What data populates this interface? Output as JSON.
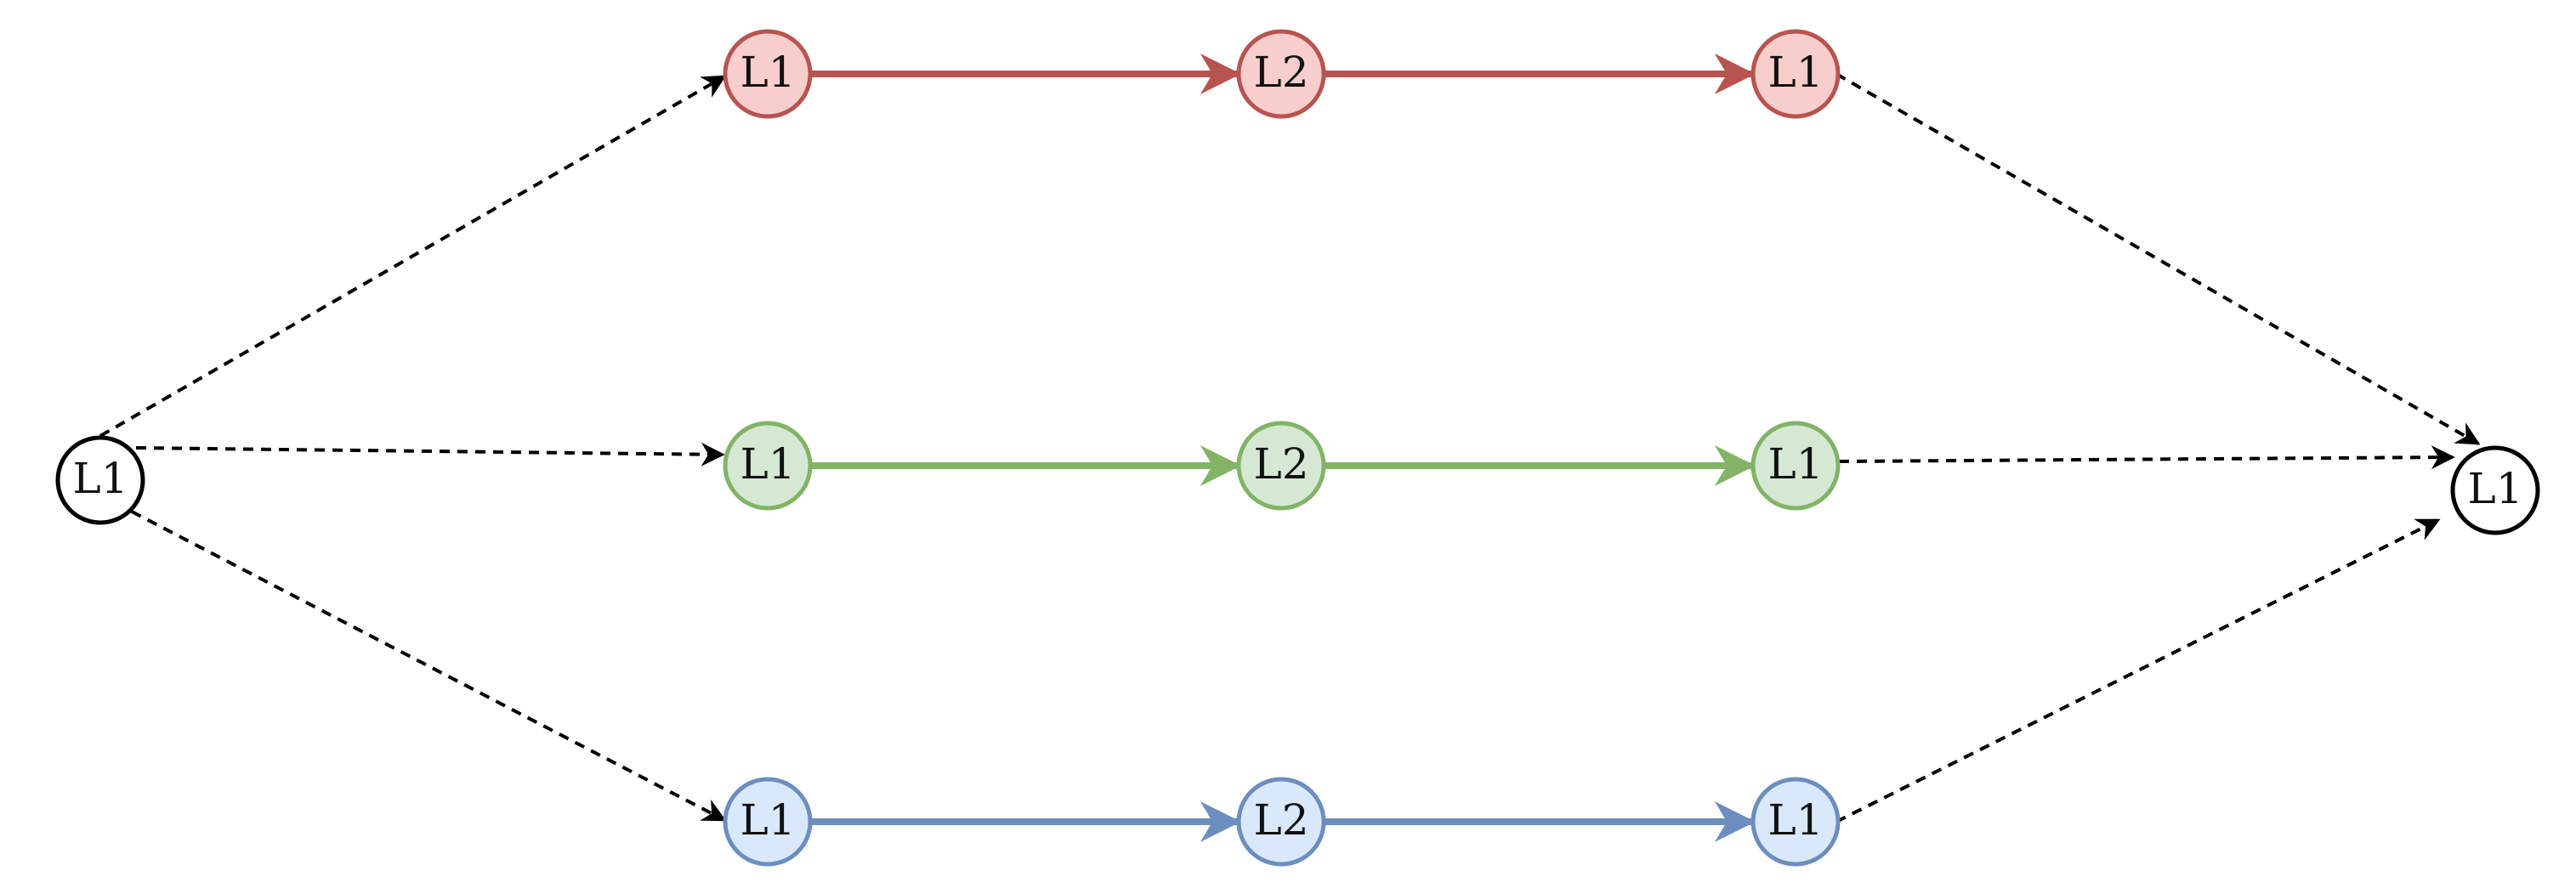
{
  "diagram": {
    "nodes": [
      {
        "id": "source",
        "label": "L1",
        "style": "plain"
      },
      {
        "id": "red-1",
        "label": "L1",
        "style": "red"
      },
      {
        "id": "red-2",
        "label": "L2",
        "style": "red"
      },
      {
        "id": "red-3",
        "label": "L1",
        "style": "red"
      },
      {
        "id": "green-1",
        "label": "L1",
        "style": "green"
      },
      {
        "id": "green-2",
        "label": "L2",
        "style": "green"
      },
      {
        "id": "green-3",
        "label": "L1",
        "style": "green"
      },
      {
        "id": "blue-1",
        "label": "L1",
        "style": "blue"
      },
      {
        "id": "blue-2",
        "label": "L2",
        "style": "blue"
      },
      {
        "id": "blue-3",
        "label": "L1",
        "style": "blue"
      },
      {
        "id": "sink",
        "label": "L1",
        "style": "plain"
      }
    ],
    "edges": [
      {
        "from": "source",
        "to": "red-1",
        "style": "dashed"
      },
      {
        "from": "source",
        "to": "green-1",
        "style": "dashed"
      },
      {
        "from": "source",
        "to": "blue-1",
        "style": "dashed"
      },
      {
        "from": "red-1",
        "to": "red-2",
        "style": "red"
      },
      {
        "from": "red-2",
        "to": "red-3",
        "style": "red"
      },
      {
        "from": "green-1",
        "to": "green-2",
        "style": "green"
      },
      {
        "from": "green-2",
        "to": "green-3",
        "style": "green"
      },
      {
        "from": "blue-1",
        "to": "blue-2",
        "style": "blue"
      },
      {
        "from": "blue-2",
        "to": "blue-3",
        "style": "blue"
      },
      {
        "from": "red-3",
        "to": "sink",
        "style": "dashed"
      },
      {
        "from": "green-3",
        "to": "sink",
        "style": "dashed"
      },
      {
        "from": "blue-3",
        "to": "sink",
        "style": "dashed"
      }
    ]
  },
  "colors": {
    "red_fill": "#f8cecc",
    "red_stroke": "#b85450",
    "green_fill": "#d5e8d4",
    "green_stroke": "#82b366",
    "blue_fill": "#dae8fc",
    "blue_stroke": "#6c8ebf",
    "plain_fill": "#ffffff",
    "plain_stroke": "#000000"
  }
}
